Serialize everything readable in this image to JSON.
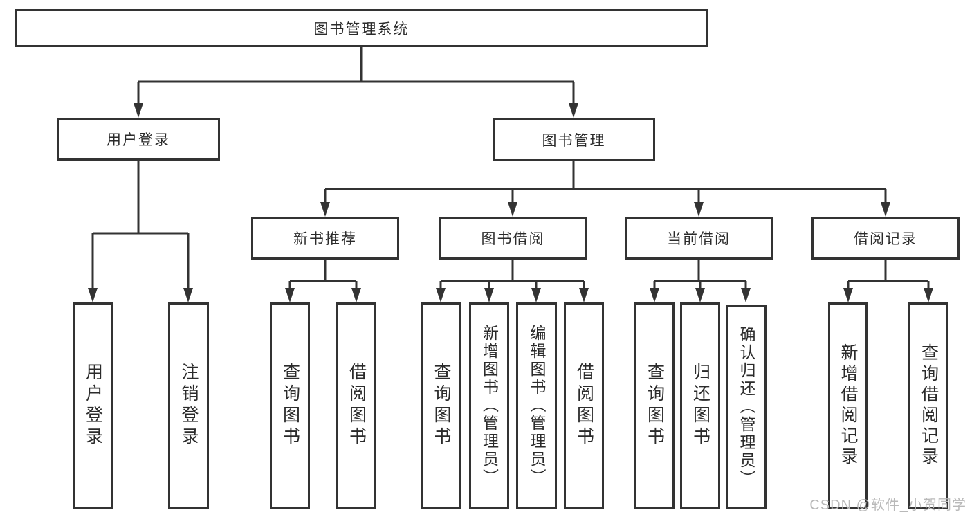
{
  "diagram": {
    "root": {
      "label": "图书管理系统"
    },
    "level2": [
      {
        "label": "用户登录"
      },
      {
        "label": "图书管理"
      }
    ],
    "level3": [
      {
        "label": "新书推荐"
      },
      {
        "label": "图书借阅"
      },
      {
        "label": "当前借阅"
      },
      {
        "label": "借阅记录"
      }
    ],
    "leaves": {
      "user_login": [
        {
          "label": "用户登录"
        },
        {
          "label": "注销登录"
        }
      ],
      "new_book": [
        {
          "label": "查询图书"
        },
        {
          "label": "借阅图书"
        }
      ],
      "book_borrow": [
        {
          "label": "查询图书"
        },
        {
          "label": "新增图书（管理员）"
        },
        {
          "label": "编辑图书（管理员）"
        },
        {
          "label": "借阅图书"
        }
      ],
      "current_borrow": [
        {
          "label": "查询图书"
        },
        {
          "label": "归还图书"
        },
        {
          "label": "确认归还（管理员）"
        }
      ],
      "borrow_records": [
        {
          "label": "新增借阅记录"
        },
        {
          "label": "查询借阅记录"
        }
      ]
    }
  },
  "watermark": {
    "text": "CSDN @软件_小贺同学"
  },
  "colors": {
    "line": "#333333",
    "text": "#2b2b2b",
    "watermark": "#b9b9b9",
    "background": "#ffffff"
  }
}
